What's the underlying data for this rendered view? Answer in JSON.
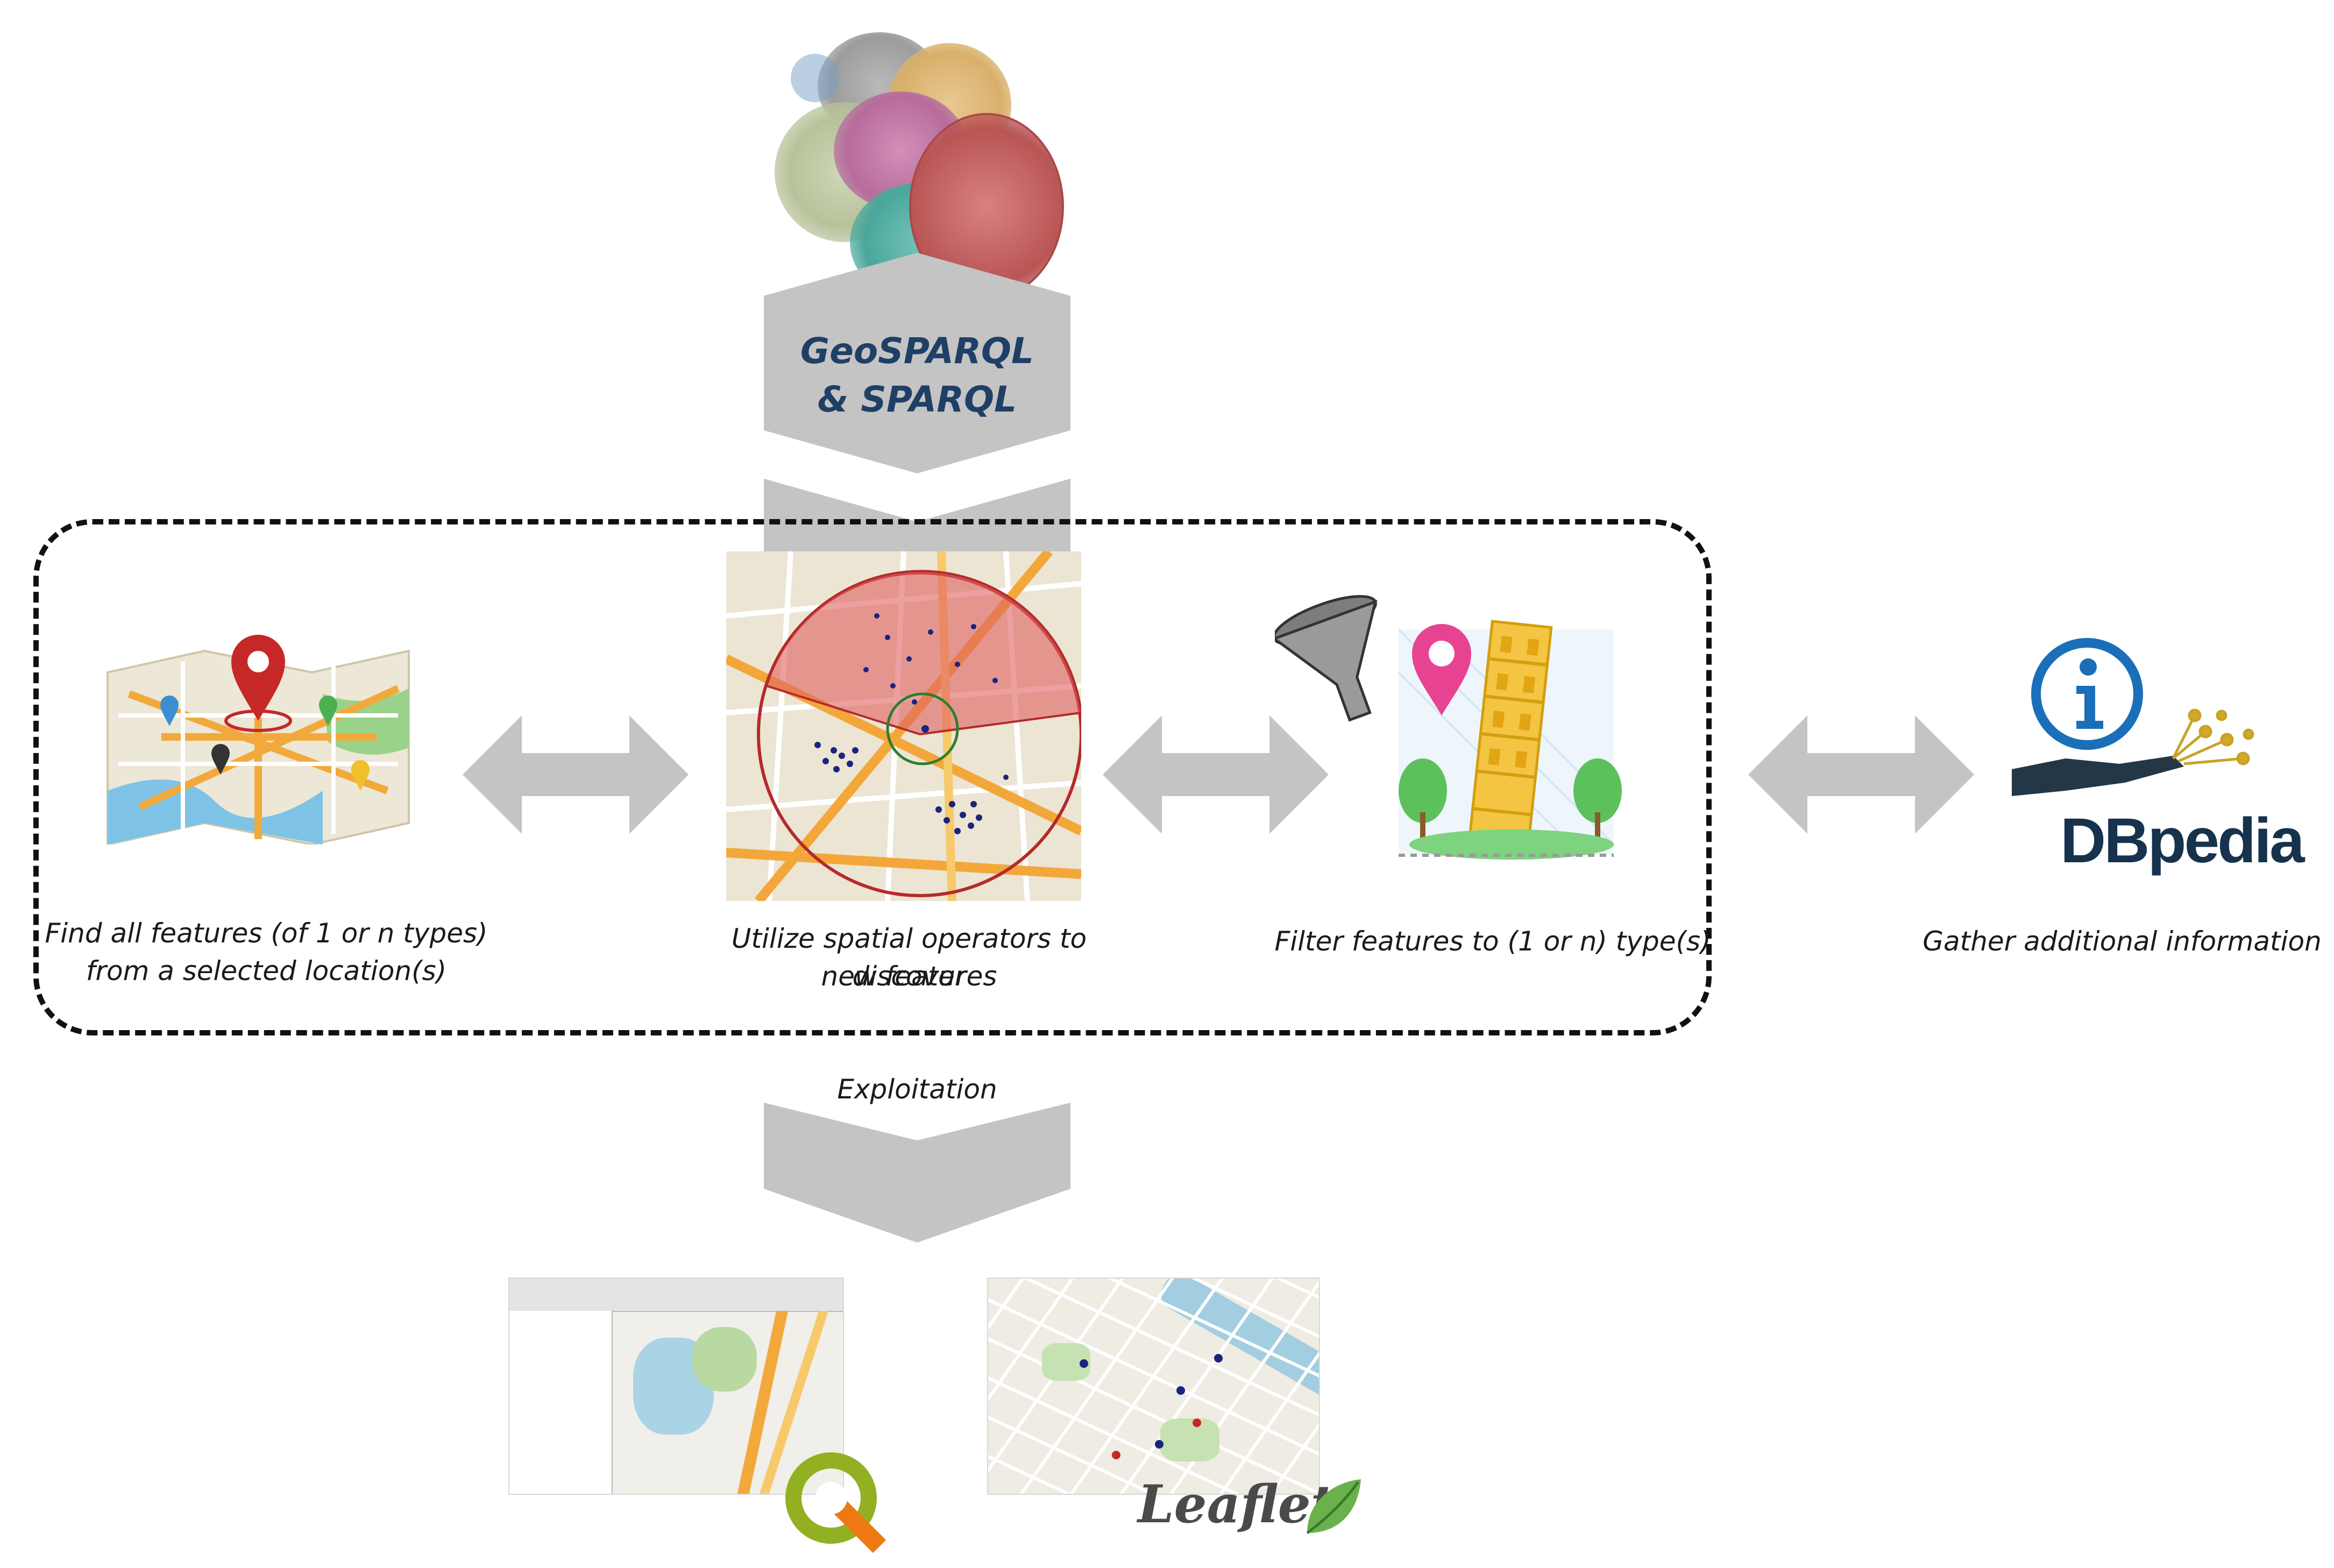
{
  "query_label": [
    "GeoSPARQL",
    "& SPARQL"
  ],
  "steps": [
    {
      "id": "find",
      "caption": [
        "Find all features (of 1 or n types)",
        "from a selected location(s)"
      ],
      "icon": "city-map-pin-icon"
    },
    {
      "id": "spatial",
      "caption": [
        "Utilize spatial operators to discover",
        "new features"
      ],
      "icon": "spatial-buffer-map-icon"
    },
    {
      "id": "filter",
      "caption": [
        "Filter features to (1 or n) type(s)"
      ],
      "icon": "funnel-landmark-icon"
    }
  ],
  "external": {
    "caption": "Gather additional information",
    "logo_text": "DBpedia",
    "icon": "info-hand-icon"
  },
  "exploitation_label": "Exploitation",
  "outputs": [
    {
      "name": "qgis",
      "icon": "qgis-logo-icon"
    },
    {
      "name": "leaflet",
      "logo_text": "Leaflet",
      "icon": "leaflet-logo-icon"
    }
  ],
  "colors": {
    "arrow_gray": "#c4c4c4",
    "query_text": "#1f3f66",
    "dashed_border": "#111111",
    "map_pin_red": "#c62828",
    "buffer_red": "#e06060",
    "dbpedia_blue": "#1a6fb8"
  }
}
